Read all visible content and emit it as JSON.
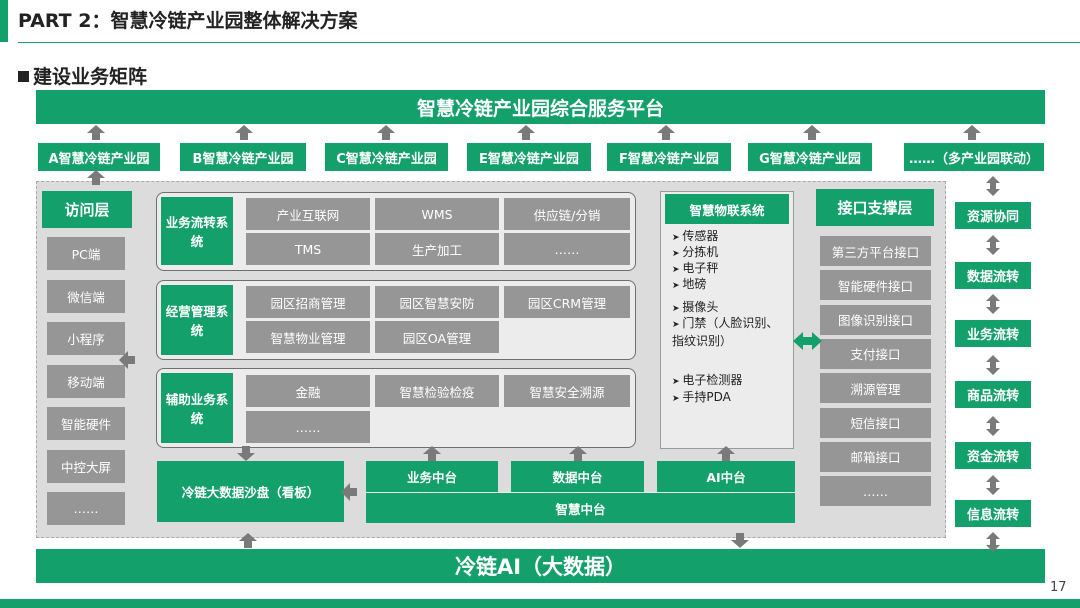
{
  "header": {
    "title": "PART 2：智慧冷链产业园整体解决方案",
    "section_title": "建设业务矩阵",
    "page_number": "17"
  },
  "colors": {
    "accent": "#13a06b",
    "gray_box": "#969696",
    "panel": "#ececec"
  },
  "top_platform": "智慧冷链产业园综合服务平台",
  "parks": [
    "A智慧冷链产业园",
    "B智慧冷链产业园",
    "C智慧冷链产业园",
    "E智慧冷链产业园",
    "F智慧冷链产业园",
    "G智慧冷链产业园",
    "……（多产业园联动）"
  ],
  "access": {
    "title": "访问层",
    "items": [
      "PC端",
      "微信端",
      "小程序",
      "移动端",
      "智能硬件",
      "中控大屏",
      "……"
    ]
  },
  "business_flow": {
    "title": "业务流转系统",
    "items": [
      "产业互联网",
      "WMS",
      "供应链/分销",
      "TMS",
      "生产加工",
      "……"
    ]
  },
  "operations": {
    "title": "经营管理系统",
    "items": [
      "园区招商管理",
      "园区智慧安防",
      "园区CRM管理",
      "智慧物业管理",
      "园区OA管理"
    ]
  },
  "auxiliary": {
    "title": "辅助业务系统",
    "items": [
      "金融",
      "智慧检验检疫",
      "智慧安全溯源",
      "……"
    ]
  },
  "iot": {
    "title": "智慧物联系统",
    "items": [
      "传感器",
      "分拣机",
      "电子秤",
      "地磅",
      "摄像头",
      "门禁（人脸识别、指纹识别）",
      "电子检测器",
      "手持PDA"
    ]
  },
  "interface": {
    "title": "接口支撑层",
    "items": [
      "第三方平台接口",
      "智能硬件接口",
      "图像识别接口",
      "支付接口",
      "溯源管理",
      "短信接口",
      "邮箱接口",
      "……"
    ]
  },
  "middle": {
    "sandbox": "冷链大数据沙盘（看板）",
    "business": "业务中台",
    "data": "数据中台",
    "ai": "AI中台",
    "smart": "智慧中台"
  },
  "bottom_platform": "冷链AI（大数据）",
  "flows": [
    "资源协同",
    "数据流转",
    "业务流转",
    "商品流转",
    "资金流转",
    "信息流转"
  ]
}
